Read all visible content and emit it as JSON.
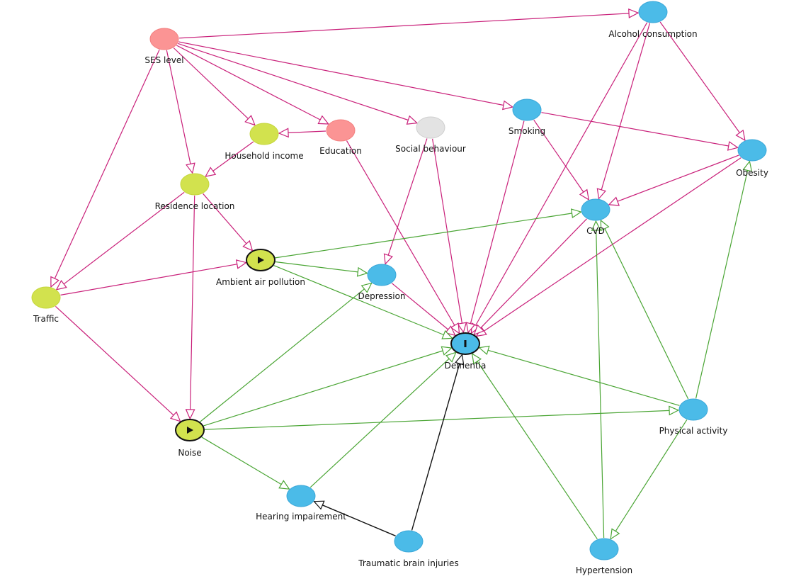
{
  "colors": {
    "pink": "#c9207a",
    "green": "#4aa534",
    "black": "#111111",
    "node_blue": "#4bbbe8",
    "node_red": "#fb9494",
    "node_yellowgreen": "#d2e24e",
    "node_gray": "#e3e3e3"
  },
  "nodes": [
    {
      "id": "ses",
      "label": "SES level",
      "kind": "red"
    },
    {
      "id": "alcohol",
      "label": "Alcohol consumption",
      "kind": "blue"
    },
    {
      "id": "household",
      "label": "Household income",
      "kind": "yellowgreen"
    },
    {
      "id": "education",
      "label": "Education",
      "kind": "red"
    },
    {
      "id": "social",
      "label": "Social behaviour",
      "kind": "gray"
    },
    {
      "id": "smoking",
      "label": "Smoking",
      "kind": "blue"
    },
    {
      "id": "obesity",
      "label": "Obesity",
      "kind": "blue"
    },
    {
      "id": "residence",
      "label": "Residence location",
      "kind": "yellowgreen"
    },
    {
      "id": "cvd",
      "label": "CVD",
      "kind": "blue"
    },
    {
      "id": "air",
      "label": "Ambient air pollution",
      "kind": "exposure"
    },
    {
      "id": "depression",
      "label": "Depression",
      "kind": "blue"
    },
    {
      "id": "traffic",
      "label": "Traffic",
      "kind": "yellowgreen"
    },
    {
      "id": "dementia",
      "label": "Dementia",
      "kind": "outcome"
    },
    {
      "id": "physical",
      "label": "Physical activity",
      "kind": "blue"
    },
    {
      "id": "noise",
      "label": "Noise",
      "kind": "exposure"
    },
    {
      "id": "hearing",
      "label": "Hearing impairement",
      "kind": "blue"
    },
    {
      "id": "tbi",
      "label": "Traumatic brain injuries",
      "kind": "blue"
    },
    {
      "id": "hypertension",
      "label": "Hypertension",
      "kind": "blue"
    }
  ],
  "edges": [
    {
      "from": "ses",
      "to": "alcohol",
      "type": "pink"
    },
    {
      "from": "ses",
      "to": "smoking",
      "type": "pink"
    },
    {
      "from": "ses",
      "to": "social",
      "type": "pink"
    },
    {
      "from": "ses",
      "to": "education",
      "type": "pink"
    },
    {
      "from": "ses",
      "to": "household",
      "type": "pink"
    },
    {
      "from": "ses",
      "to": "residence",
      "type": "pink"
    },
    {
      "from": "ses",
      "to": "traffic",
      "type": "pink"
    },
    {
      "from": "education",
      "to": "household",
      "type": "pink"
    },
    {
      "from": "household",
      "to": "residence",
      "type": "pink"
    },
    {
      "from": "residence",
      "to": "air",
      "type": "pink"
    },
    {
      "from": "residence",
      "to": "traffic",
      "type": "pink"
    },
    {
      "from": "residence",
      "to": "noise",
      "type": "pink"
    },
    {
      "from": "traffic",
      "to": "air",
      "type": "pink"
    },
    {
      "from": "traffic",
      "to": "noise",
      "type": "pink"
    },
    {
      "from": "alcohol",
      "to": "obesity",
      "type": "pink"
    },
    {
      "from": "alcohol",
      "to": "cvd",
      "type": "pink"
    },
    {
      "from": "alcohol",
      "to": "dementia",
      "type": "pink"
    },
    {
      "from": "smoking",
      "to": "obesity",
      "type": "pink"
    },
    {
      "from": "smoking",
      "to": "cvd",
      "type": "pink"
    },
    {
      "from": "smoking",
      "to": "dementia",
      "type": "pink"
    },
    {
      "from": "obesity",
      "to": "cvd",
      "type": "pink"
    },
    {
      "from": "obesity",
      "to": "dementia",
      "type": "pink"
    },
    {
      "from": "cvd",
      "to": "dementia",
      "type": "pink"
    },
    {
      "from": "social",
      "to": "depression",
      "type": "pink"
    },
    {
      "from": "social",
      "to": "dementia",
      "type": "pink"
    },
    {
      "from": "education",
      "to": "dementia",
      "type": "pink"
    },
    {
      "from": "depression",
      "to": "dementia",
      "type": "pink"
    },
    {
      "from": "air",
      "to": "cvd",
      "type": "green"
    },
    {
      "from": "air",
      "to": "depression",
      "type": "green"
    },
    {
      "from": "air",
      "to": "dementia",
      "type": "green"
    },
    {
      "from": "noise",
      "to": "depression",
      "type": "green"
    },
    {
      "from": "noise",
      "to": "dementia",
      "type": "green"
    },
    {
      "from": "noise",
      "to": "physical",
      "type": "green"
    },
    {
      "from": "noise",
      "to": "hearing",
      "type": "green"
    },
    {
      "from": "hearing",
      "to": "dementia",
      "type": "green"
    },
    {
      "from": "physical",
      "to": "dementia",
      "type": "green"
    },
    {
      "from": "physical",
      "to": "cvd",
      "type": "green"
    },
    {
      "from": "physical",
      "to": "obesity",
      "type": "green"
    },
    {
      "from": "physical",
      "to": "hypertension",
      "type": "green"
    },
    {
      "from": "hypertension",
      "to": "cvd",
      "type": "green"
    },
    {
      "from": "hypertension",
      "to": "dementia",
      "type": "green"
    },
    {
      "from": "tbi",
      "to": "hearing",
      "type": "black"
    },
    {
      "from": "tbi",
      "to": "dementia",
      "type": "black"
    }
  ]
}
